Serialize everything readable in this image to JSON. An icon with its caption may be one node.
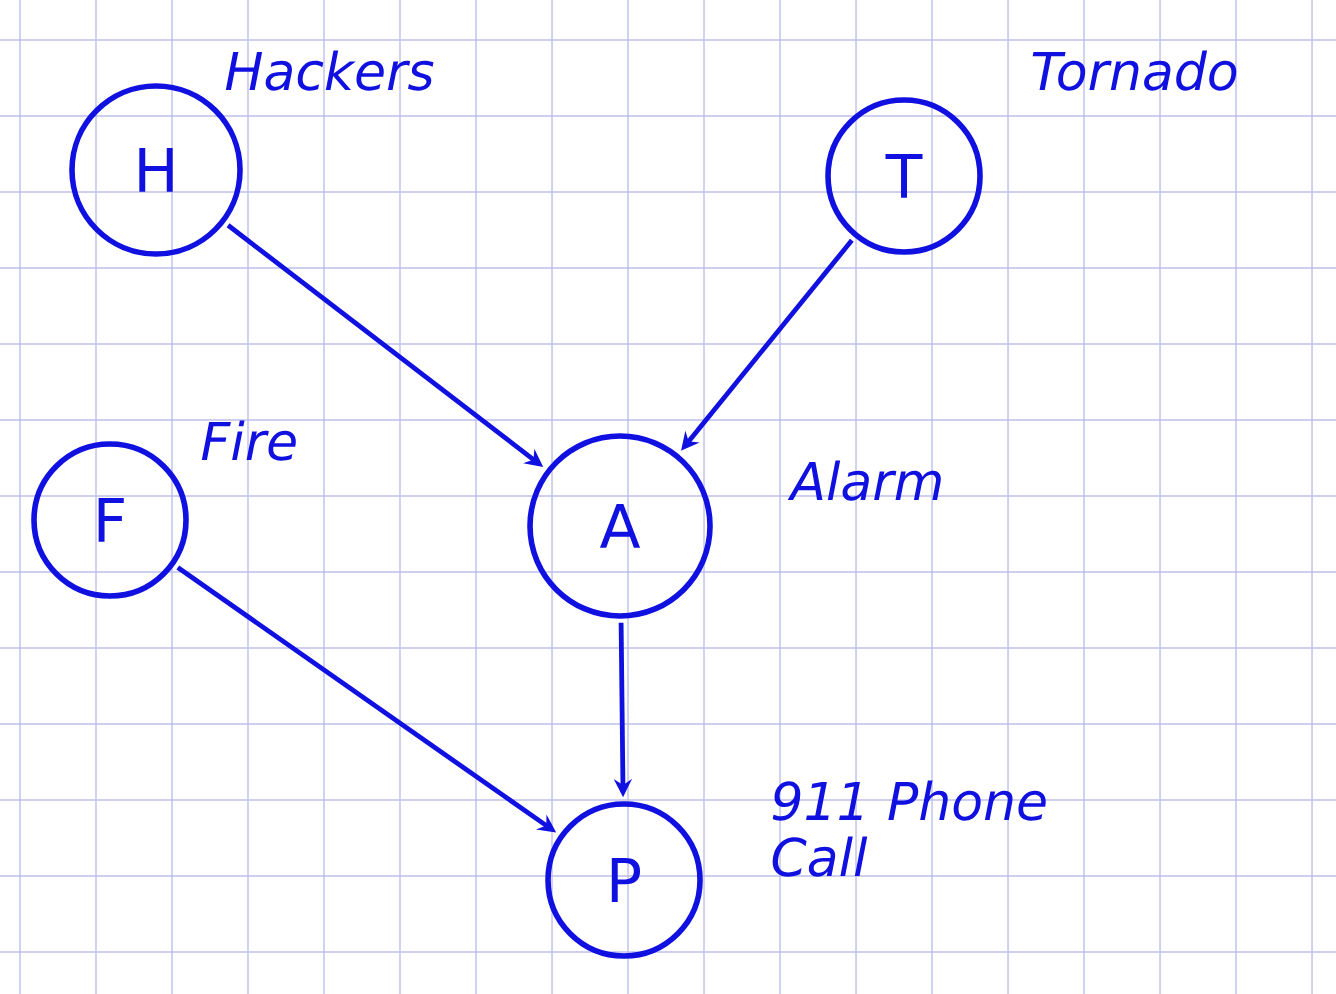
{
  "diagram": {
    "nodes": [
      {
        "text": [
          "H"
        ],
        "beside": [
          "Hackers"
        ]
      },
      {
        "text": [
          "T"
        ],
        "beside": [
          "Tornado"
        ]
      },
      {
        "text": [
          "F"
        ],
        "beside": [
          "Fire"
        ]
      },
      {
        "text": [
          "A"
        ],
        "beside": [
          "Alarm"
        ]
      },
      {
        "text": [
          "P"
        ],
        "beside": [
          "911 Phone Call"
        ]
      }
    ],
    "edges": [
      {
        "from": 0,
        "to": 3,
        "arrow": "to"
      },
      {
        "from": 1,
        "to": 3,
        "arrow": "to"
      },
      {
        "from": 3,
        "to": 4,
        "arrow": "to"
      },
      {
        "from": 2,
        "to": 4,
        "arrow": "to"
      }
    ]
  }
}
